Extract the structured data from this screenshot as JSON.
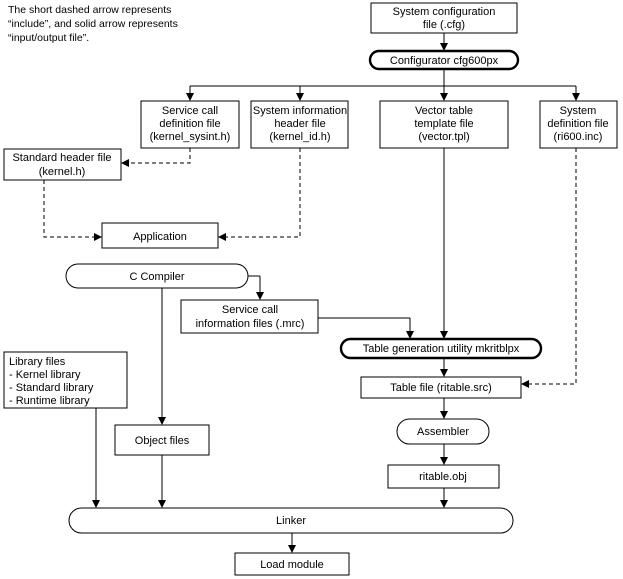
{
  "note": {
    "lines": [
      "The short dashed arrow represents",
      "“include”, and solid arrow represents",
      "“input/output file”."
    ]
  },
  "nodes": {
    "sys_config": [
      "System configuration",
      "file (.cfg)"
    ],
    "configurator": [
      "Configurator cfg600px"
    ],
    "service_call_def": [
      "Service call",
      "definition file",
      "(kernel_sysint.h)"
    ],
    "sys_info_header": [
      "System information",
      "header file",
      "(kernel_id.h)"
    ],
    "vector_tpl": [
      "Vector table",
      "template file",
      "(vector.tpl)"
    ],
    "sys_def": [
      "System",
      "definition file",
      "(ri600.inc)"
    ],
    "std_header": [
      "Standard header file",
      "(kernel.h)"
    ],
    "application": [
      "Application"
    ],
    "c_compiler": [
      "C Compiler"
    ],
    "service_call_info": [
      "Service call",
      "information files (.mrc)"
    ],
    "table_gen": [
      "Table generation utility mkritblpx"
    ],
    "library_files": [
      "Library files",
      "- Kernel library",
      "- Standard library",
      "- Runtime library"
    ],
    "table_file": [
      "Table file (ritable.src)"
    ],
    "object_files": [
      "Object files"
    ],
    "assembler": [
      "Assembler"
    ],
    "ritable_obj": [
      "ritable.obj"
    ],
    "linker": [
      "Linker"
    ],
    "load_module": [
      "Load module"
    ]
  }
}
